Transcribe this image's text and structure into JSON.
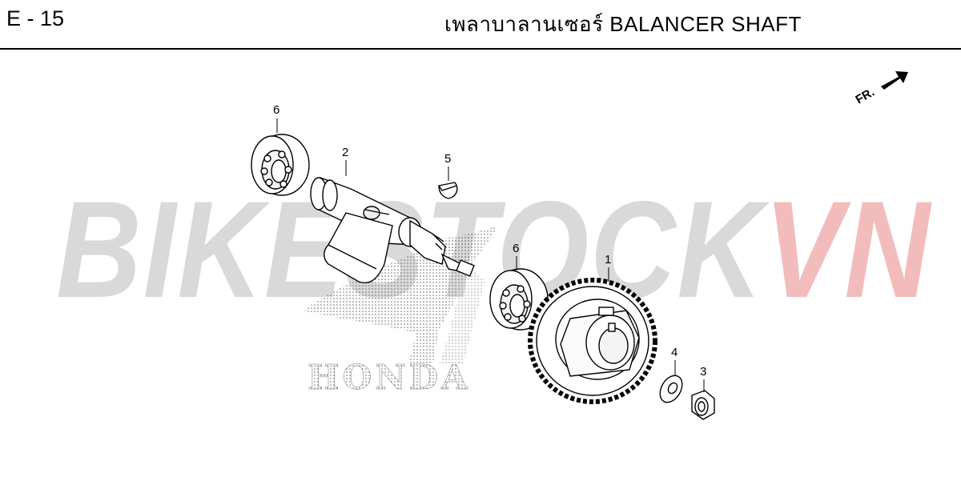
{
  "header": {
    "page_code": "E - 15",
    "title": "เพลาบาลานเซอร์  BALANCER SHAFT"
  },
  "watermark": {
    "part_a": "BIKESTOCK",
    "part_b": "VN",
    "color_a": "#d9d9d9",
    "color_b": "#f3bcbc"
  },
  "logo": {
    "text": "HONDA"
  },
  "direction": {
    "label": "FR.",
    "icon": "arrow-icon"
  },
  "callouts": {
    "p1": "1",
    "p2": "2",
    "p3": "3",
    "p4": "4",
    "p5": "5",
    "p6a": "6",
    "p6b": "6"
  }
}
